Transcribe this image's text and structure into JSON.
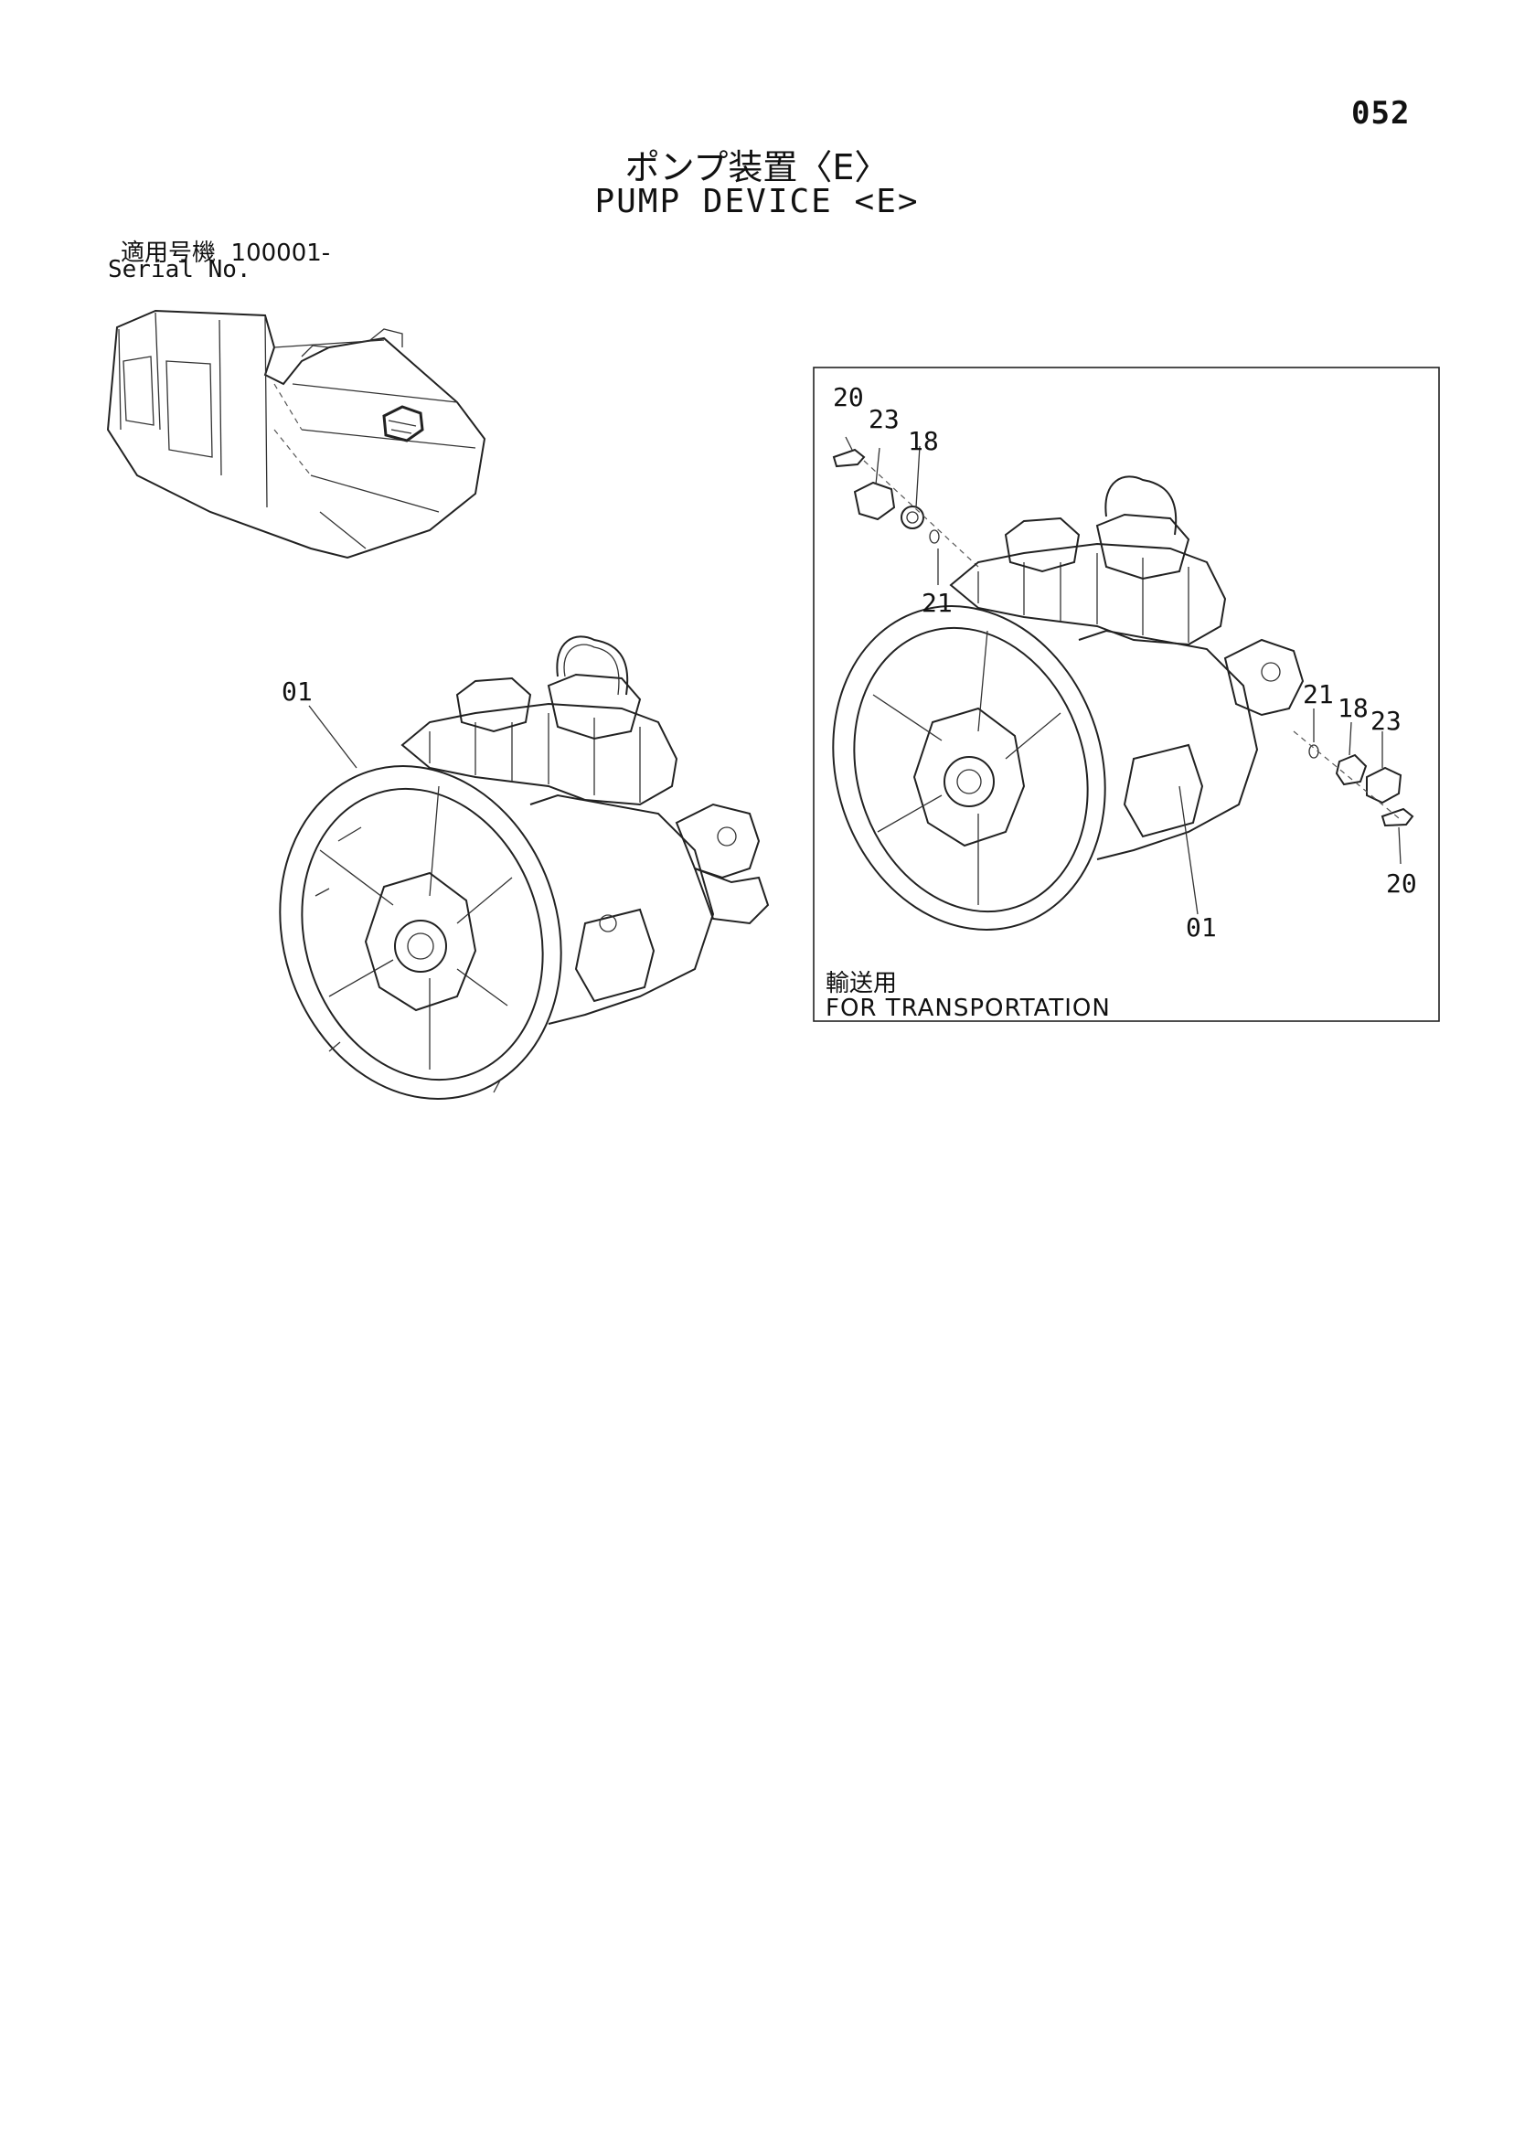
{
  "page_number": "052",
  "title": {
    "japanese": "ポンプ装置〈E〉",
    "english": "PUMP DEVICE <E>"
  },
  "serial": {
    "japanese": "適用号機  100001-",
    "english": "Serial No."
  },
  "main_view": {
    "callouts": [
      "01"
    ]
  },
  "transport_view": {
    "callouts": [
      "20",
      "23",
      "18",
      "21",
      "21",
      "18",
      "23",
      "20",
      "01"
    ],
    "note_japanese": "輸送用",
    "note_english": "FOR TRANSPORTATION"
  }
}
